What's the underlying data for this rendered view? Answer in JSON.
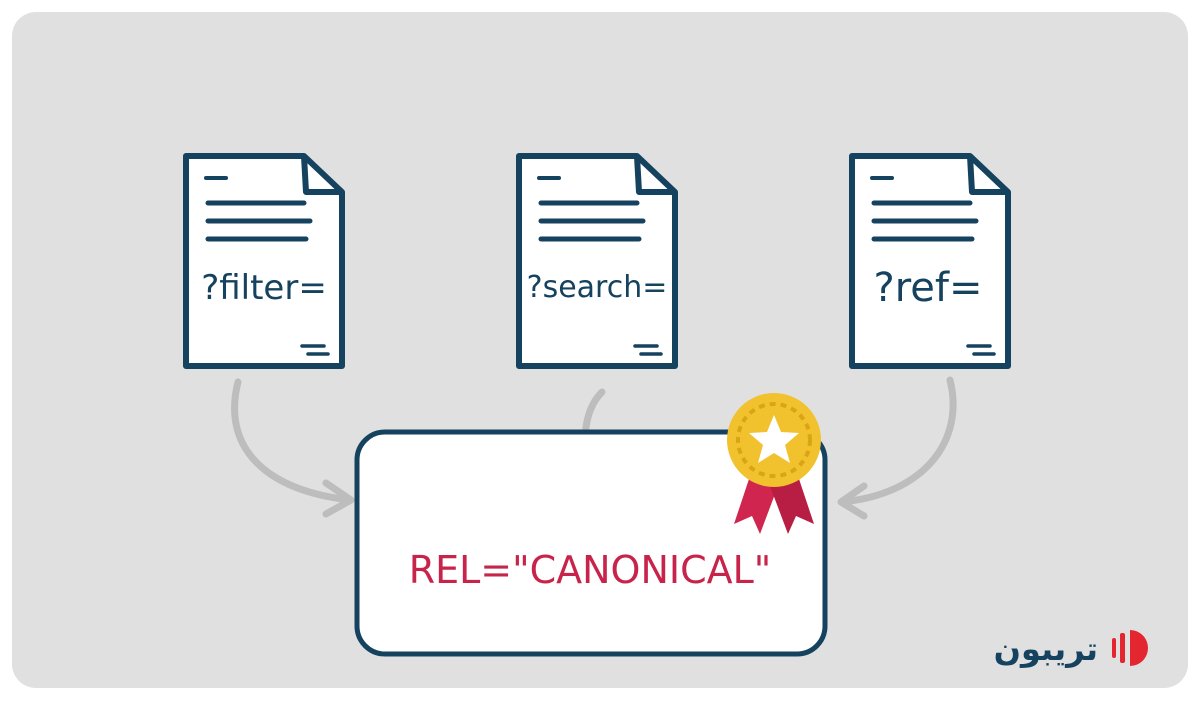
{
  "documents": [
    {
      "param": "?filter="
    },
    {
      "param": "?search="
    },
    {
      "param": "?ref="
    }
  ],
  "canonical": {
    "label": "REL=\"CANONICAL\""
  },
  "brand": {
    "name": "تریبون"
  },
  "colors": {
    "panel_bg": "#e0e0e0",
    "navy": "#15425f",
    "paper": "#ffffff",
    "arrow": "#bdbdbd",
    "canonical_text": "#c8234a",
    "medal_gold": "#f2c12e",
    "medal_gold_dark": "#d9a514",
    "ribbon": "#d0254e",
    "brand_red": "#e3262f"
  },
  "icons": [
    "document-icon",
    "arrow-icon",
    "award-medal-icon",
    "star-icon",
    "brand-logo-icon"
  ]
}
